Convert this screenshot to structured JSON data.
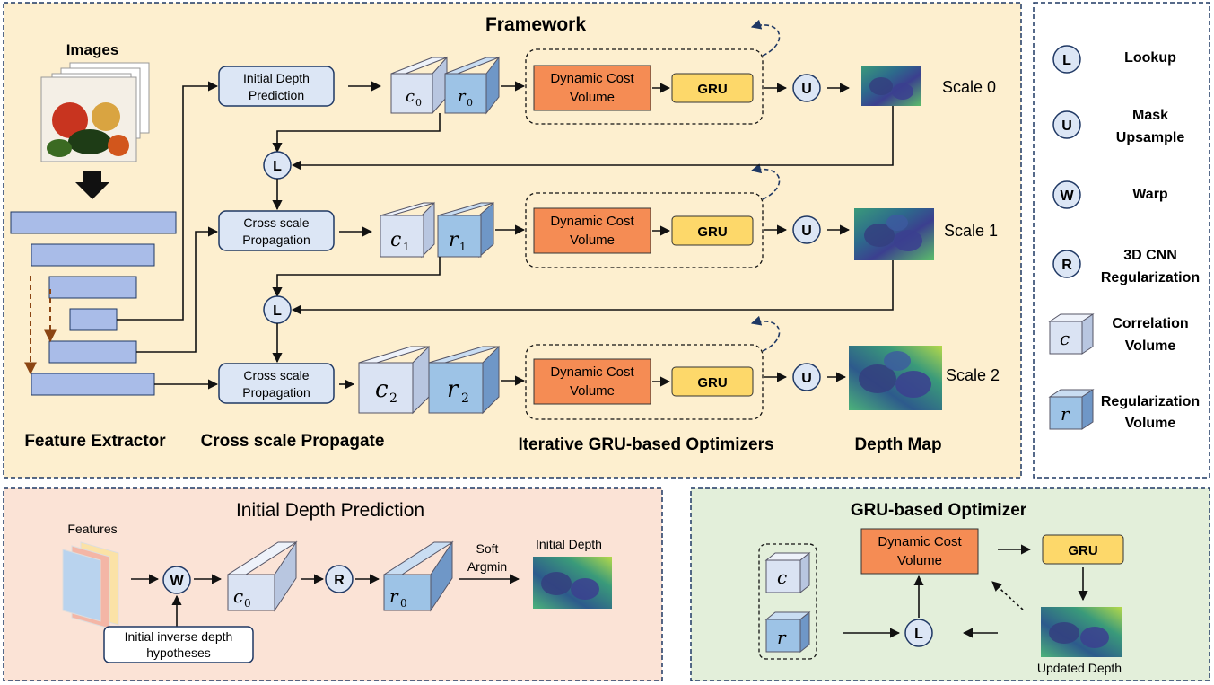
{
  "framework": {
    "title": "Framework",
    "images_label": "Images",
    "initial_depth_box": [
      "Initial Depth",
      "Prediction"
    ],
    "cross_scale_box": [
      "Cross scale",
      "Propagation"
    ],
    "dcv_box": [
      "Dynamic Cost",
      "Volume"
    ],
    "gru": "GRU",
    "u": "U",
    "l": "L",
    "scales": [
      "Scale 0",
      "Scale 1",
      "Scale 2"
    ],
    "c_syms": [
      "c",
      "c",
      "c"
    ],
    "r_syms": [
      "r",
      "r",
      "r"
    ],
    "subs": [
      "0",
      "1",
      "2"
    ],
    "bottom_labels": [
      "Feature Extractor",
      "Cross scale Propagate",
      "Iterative GRU-based Optimizers",
      "Depth Map"
    ]
  },
  "legend": {
    "items": [
      {
        "sym": "L",
        "text": [
          "Lookup"
        ]
      },
      {
        "sym": "U",
        "text": [
          "Mask",
          "Upsample"
        ]
      },
      {
        "sym": "W",
        "text": [
          "Warp"
        ]
      },
      {
        "sym": "R",
        "text": [
          "3D CNN",
          "Regularization"
        ]
      },
      {
        "sym": "c",
        "text": [
          "Correlation",
          "Volume"
        ]
      },
      {
        "sym": "r",
        "text": [
          "Regularization",
          "Volume"
        ]
      }
    ]
  },
  "idp": {
    "title": "Initial Depth Prediction",
    "features": "Features",
    "w": "W",
    "r_op": "R",
    "c0": "c",
    "r0": "r",
    "sub0": "0",
    "soft": [
      "Soft",
      "Argmin"
    ],
    "initial_depth": "Initial Depth",
    "hyp": [
      "Initial inverse depth",
      "hypotheses"
    ]
  },
  "gru_opt": {
    "title": "GRU-based Optimizer",
    "dcv": [
      "Dynamic Cost",
      "Volume"
    ],
    "gru": "GRU",
    "l": "L",
    "c": "c",
    "r": "r",
    "updated_depth": "Updated Depth"
  },
  "colors": {
    "framework_bg": "#fdefcf",
    "idp_bg": "#fbe3d6",
    "gru_bg": "#e3efda",
    "dcv": "#f58c54",
    "gru": "#fdd86a",
    "c_face": "#dae3f3",
    "r_face": "#9dc3e6",
    "feature_bar": "#a9bce8",
    "node": "#dce6f5",
    "depth_a": "#2d6a8c",
    "depth_b": "#5bbf6a",
    "depth_c": "#3b3f8f"
  }
}
